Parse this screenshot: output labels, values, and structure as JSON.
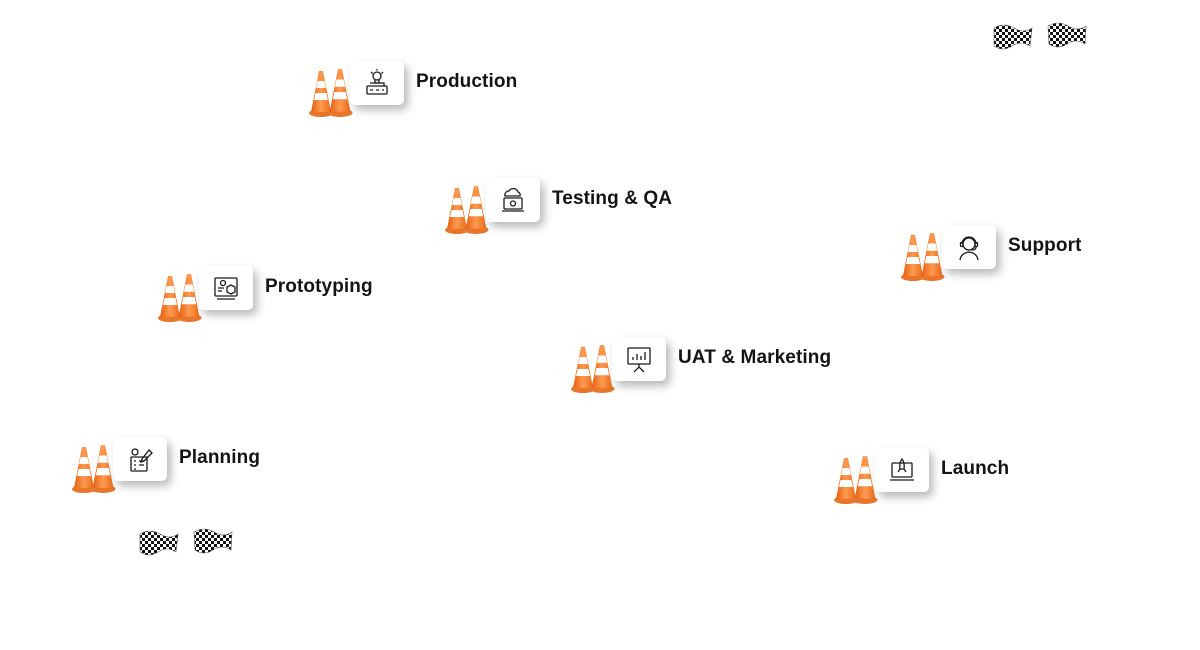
{
  "stages": [
    {
      "id": "production",
      "label": "Production",
      "icon": "lightbulb-machine-icon"
    },
    {
      "id": "testing",
      "label": "Testing & QA",
      "icon": "cloud-laptop-gear-icon"
    },
    {
      "id": "support",
      "label": "Support",
      "icon": "headset-person-icon"
    },
    {
      "id": "prototyping",
      "label": "Prototyping",
      "icon": "blueprint-idea-icon"
    },
    {
      "id": "uat",
      "label": "UAT & Marketing",
      "icon": "presentation-chart-icon"
    },
    {
      "id": "planning",
      "label": "Planning",
      "icon": "plan-checklist-icon"
    },
    {
      "id": "launch",
      "label": "Launch",
      "icon": "rocket-laptop-icon"
    }
  ],
  "colors": {
    "cone": "#f47b2a",
    "cone_stripe": "#ffffff",
    "label": "#141414",
    "icon_stroke": "#1a1a1a"
  },
  "flags": [
    {
      "id": "finish",
      "icon": "checkered-flags-icon"
    },
    {
      "id": "start",
      "icon": "checkered-flags-icon"
    }
  ]
}
